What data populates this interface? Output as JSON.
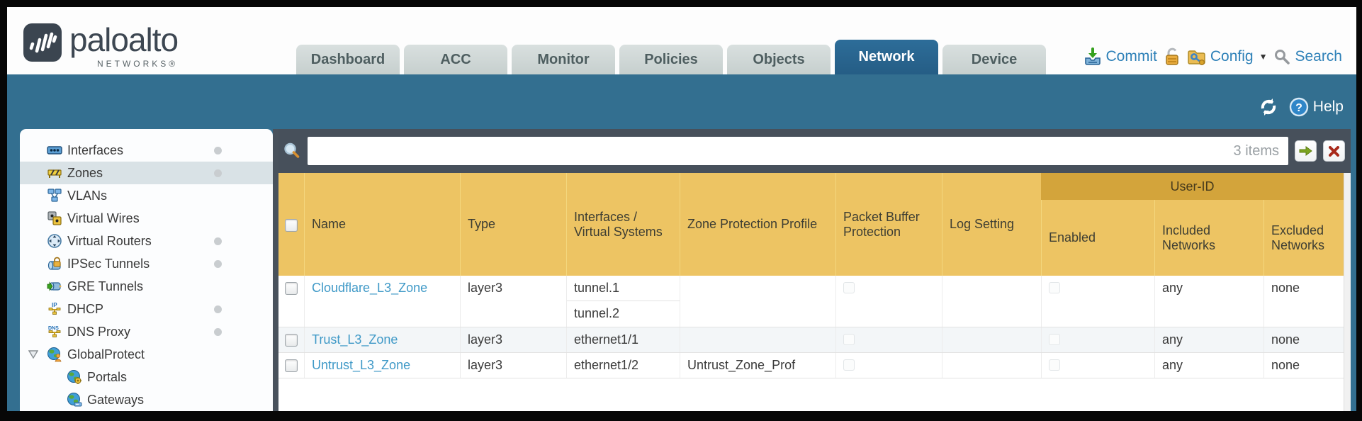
{
  "brand": {
    "name": "paloalto",
    "subtitle": "NETWORKS®"
  },
  "tabs": [
    {
      "label": "Dashboard",
      "active": false
    },
    {
      "label": "ACC",
      "active": false
    },
    {
      "label": "Monitor",
      "active": false
    },
    {
      "label": "Policies",
      "active": false
    },
    {
      "label": "Objects",
      "active": false
    },
    {
      "label": "Network",
      "active": true
    },
    {
      "label": "Device",
      "active": false
    }
  ],
  "header_actions": {
    "commit": "Commit",
    "config": "Config",
    "search": "Search"
  },
  "band": {
    "help": "Help"
  },
  "sidebar": {
    "items": [
      {
        "label": "Interfaces",
        "icon": "interfaces-icon",
        "dot": true,
        "selected": false
      },
      {
        "label": "Zones",
        "icon": "zones-icon",
        "dot": true,
        "selected": true
      },
      {
        "label": "VLANs",
        "icon": "vlans-icon",
        "dot": false,
        "selected": false
      },
      {
        "label": "Virtual Wires",
        "icon": "virtual-wires-icon",
        "dot": false,
        "selected": false
      },
      {
        "label": "Virtual Routers",
        "icon": "virtual-routers-icon",
        "dot": true,
        "selected": false
      },
      {
        "label": "IPSec Tunnels",
        "icon": "ipsec-tunnels-icon",
        "dot": true,
        "selected": false
      },
      {
        "label": "GRE Tunnels",
        "icon": "gre-tunnels-icon",
        "dot": false,
        "selected": false
      },
      {
        "label": "DHCP",
        "icon": "dhcp-icon",
        "dot": true,
        "selected": false
      },
      {
        "label": "DNS Proxy",
        "icon": "dns-proxy-icon",
        "dot": true,
        "selected": false
      },
      {
        "label": "GlobalProtect",
        "icon": "globalprotect-icon",
        "dot": false,
        "selected": false,
        "expanded": true
      },
      {
        "label": "Portals",
        "icon": "portals-icon",
        "dot": false,
        "selected": false,
        "child": true
      },
      {
        "label": "Gateways",
        "icon": "gateways-icon",
        "dot": false,
        "selected": false,
        "child": true
      }
    ]
  },
  "filter": {
    "value": "",
    "count": "3 items"
  },
  "table": {
    "group_header": "User-ID",
    "columns": [
      "Name",
      "Type",
      "Interfaces / Virtual Systems",
      "Zone Protection Profile",
      "Packet Buffer Protection",
      "Log Setting",
      "Enabled",
      "Included Networks",
      "Excluded Networks"
    ],
    "rows": [
      {
        "name": "Cloudflare_L3_Zone",
        "type": "layer3",
        "interfaces": [
          "tunnel.1",
          "tunnel.2"
        ],
        "zone_protection_profile": "",
        "log_setting": "",
        "included_networks": "any",
        "excluded_networks": "none"
      },
      {
        "name": "Trust_L3_Zone",
        "type": "layer3",
        "interfaces": [
          "ethernet1/1"
        ],
        "zone_protection_profile": "",
        "log_setting": "",
        "included_networks": "any",
        "excluded_networks": "none"
      },
      {
        "name": "Untrust_L3_Zone",
        "type": "layer3",
        "interfaces": [
          "ethernet1/2"
        ],
        "zone_protection_profile": "Untrust_Zone_Prof",
        "log_setting": "",
        "included_networks": "any",
        "excluded_networks": "none"
      }
    ]
  },
  "colors": {
    "teal_band": "#336F90",
    "active_tab": "#27618C",
    "header_gold": "#EDC463",
    "group_gold": "#D3A43B",
    "slate_bar": "#47505B",
    "link_blue": "#3F99C7",
    "selected_row": "#D9E2E6"
  }
}
